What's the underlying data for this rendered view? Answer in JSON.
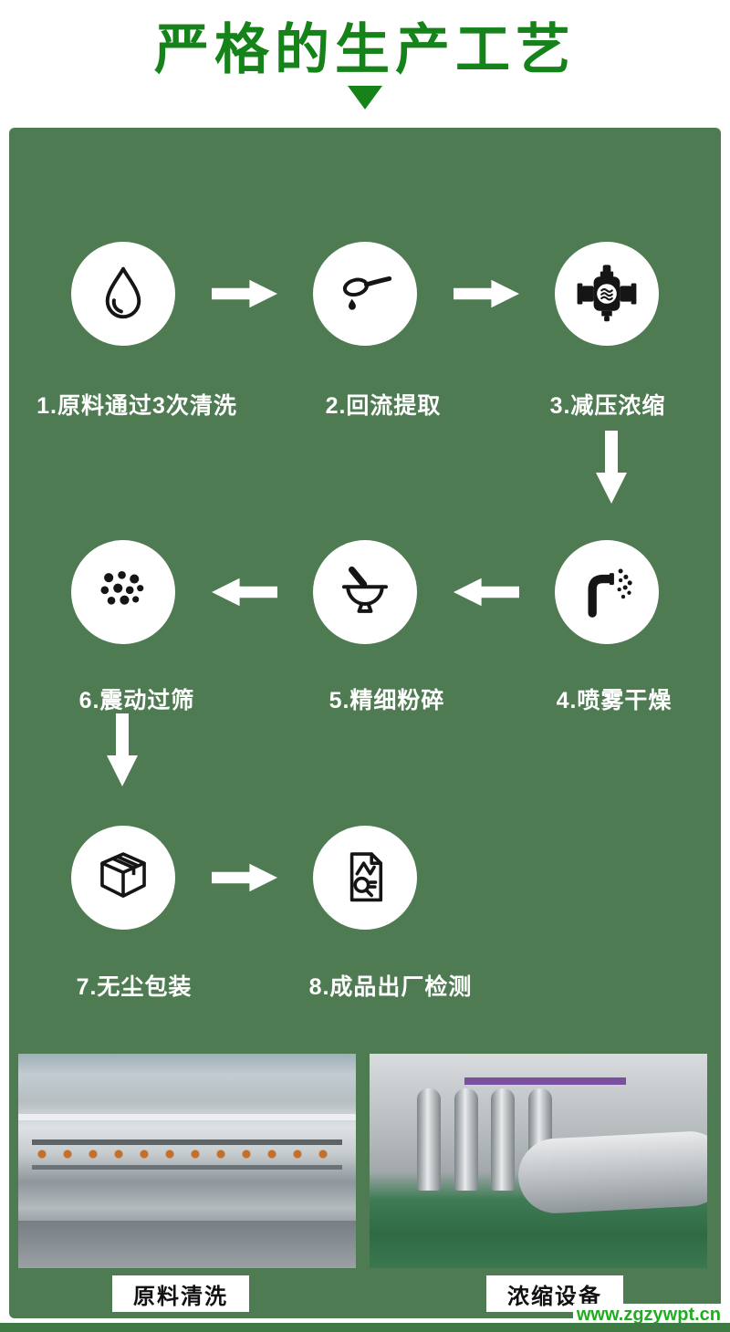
{
  "title": "严格的生产工艺",
  "steps": [
    {
      "label": "1.原料通过3次清洗",
      "icon": "water-drop-icon"
    },
    {
      "label": "2.回流提取",
      "icon": "spoon-drip-icon"
    },
    {
      "label": "3.减压浓缩",
      "icon": "pressure-valve-icon"
    },
    {
      "label": "4.喷雾干燥",
      "icon": "spray-dryer-icon"
    },
    {
      "label": "5.精细粉碎",
      "icon": "mortar-pestle-icon"
    },
    {
      "label": "6.震动过筛",
      "icon": "powder-dots-icon"
    },
    {
      "label": "7.无尘包装",
      "icon": "package-box-icon"
    },
    {
      "label": "8.成品出厂检测",
      "icon": "inspection-doc-icon"
    }
  ],
  "photos": [
    {
      "caption": "原料清洗"
    },
    {
      "caption": "浓缩设备"
    }
  ],
  "watermark": "www.zgzywpt.cn",
  "colors": {
    "title_green": "#15831a",
    "panel_green": "#4e7b52",
    "watermark_green": "#1fad1f",
    "icon_black": "#151515"
  }
}
